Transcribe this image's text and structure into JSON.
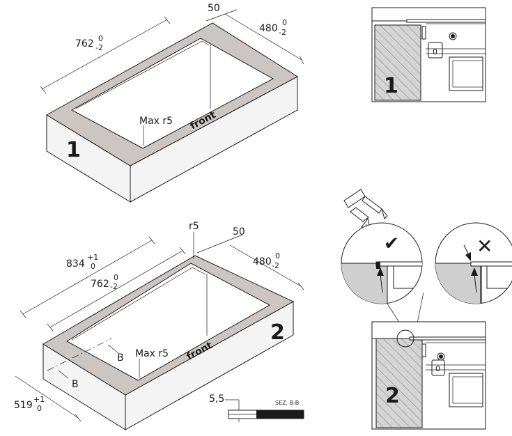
{
  "figure1": {
    "number": "1",
    "length": "762",
    "length_tol_upper": "0",
    "length_tol_lower": "-2",
    "width": "480",
    "width_tol_upper": "0",
    "width_tol_lower": "-2",
    "rim": "50",
    "corner_radius": "Max r5",
    "front_label": "front"
  },
  "figure2": {
    "number": "2",
    "outer_length": "834",
    "outer_length_tol_upper": "+1",
    "outer_length_tol_lower": "0",
    "length": "762",
    "length_tol_upper": "0",
    "length_tol_lower": "-2",
    "width": "480",
    "width_tol_upper": "0",
    "width_tol_lower": "-2",
    "outer_width": "519",
    "outer_width_tol_upper": "+1",
    "outer_width_tol_lower": "0",
    "rim": "50",
    "top_radius": "r5",
    "corner_radius": "Max r5",
    "front_label": "front",
    "section_mark": "B",
    "section_value": "5,5",
    "section_title": "SEZ. B-B"
  },
  "detail1": {
    "number": "1",
    "marker": "0"
  },
  "detail2": {
    "number": "2",
    "marker": "0"
  },
  "sealing": {
    "ok_symbol": "✔",
    "wrong_symbol": "✕"
  }
}
